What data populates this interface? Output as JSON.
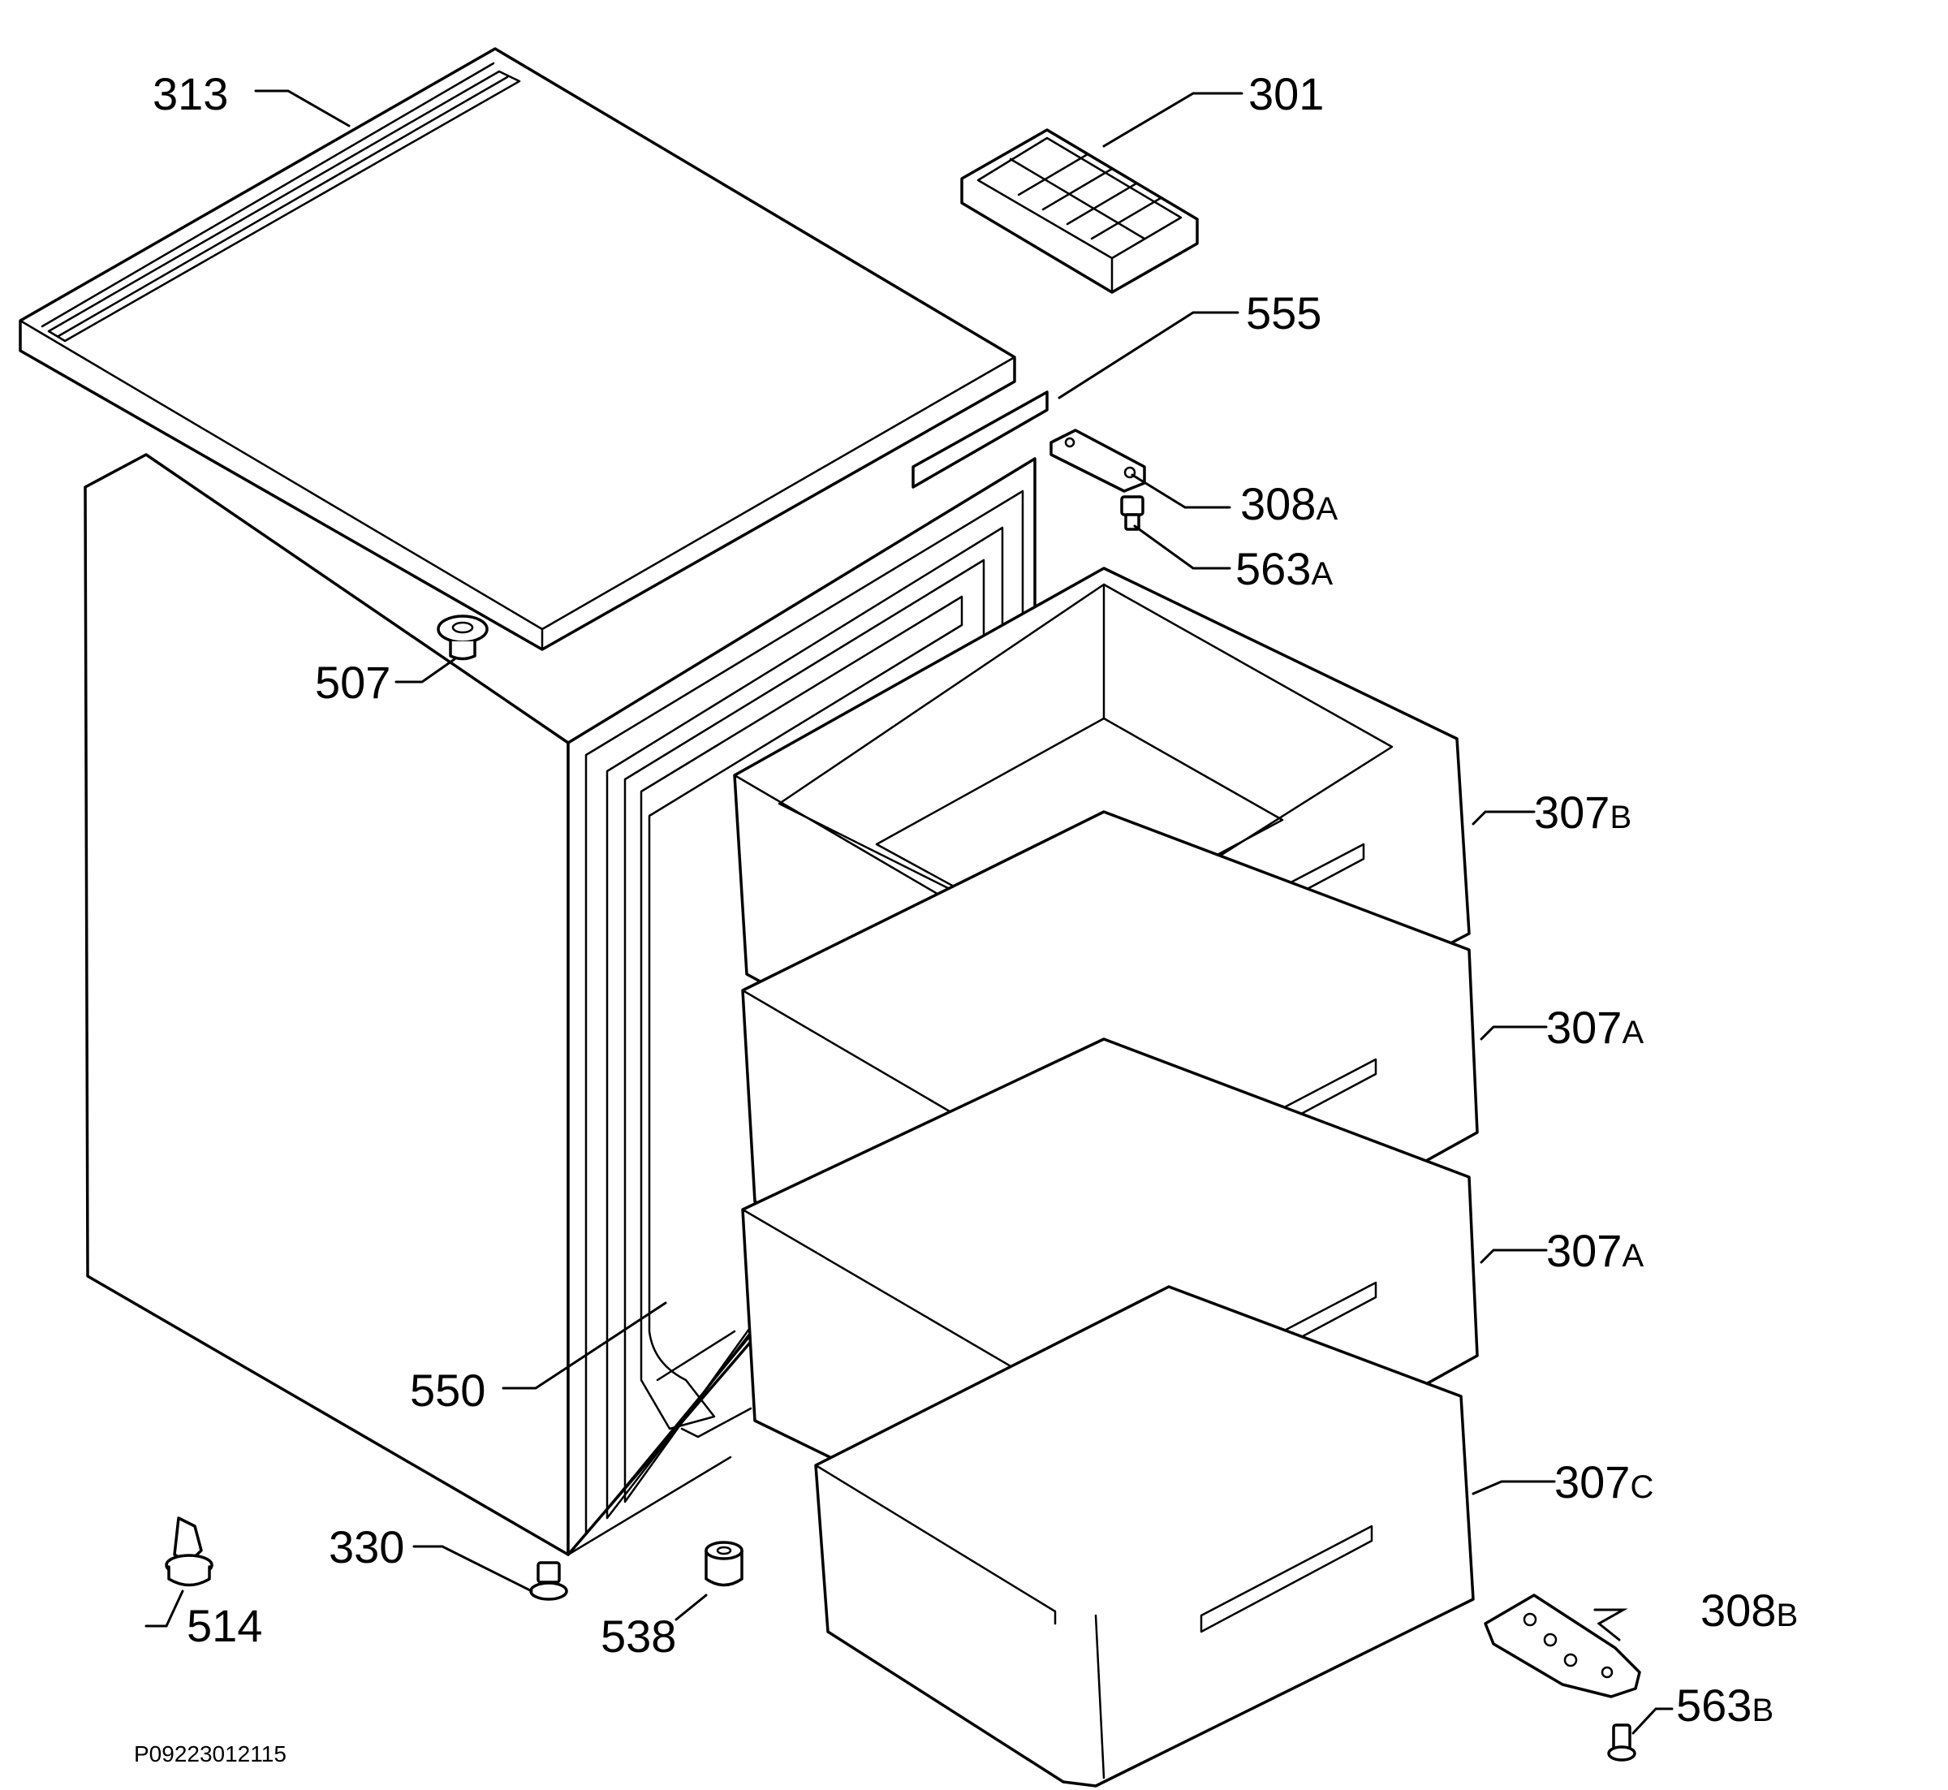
{
  "labels": {
    "p313": "313",
    "p301": "301",
    "p555": "555",
    "p308a": "308",
    "p308a_sfx": "A",
    "p563a": "563",
    "p563a_sfx": "A",
    "p507": "507",
    "p307b": "307",
    "p307b_sfx": "B",
    "p307a_1": "307",
    "p307a_1_sfx": "A",
    "p307a_2": "307",
    "p307a_2_sfx": "A",
    "p550": "550",
    "p307c": "307",
    "p307c_sfx": "C",
    "p330": "330",
    "p514": "514",
    "p538": "538",
    "p308b": "308",
    "p308b_sfx": "B",
    "p563b": "563",
    "p563b_sfx": "B"
  },
  "diagram_code": "P09223012115"
}
